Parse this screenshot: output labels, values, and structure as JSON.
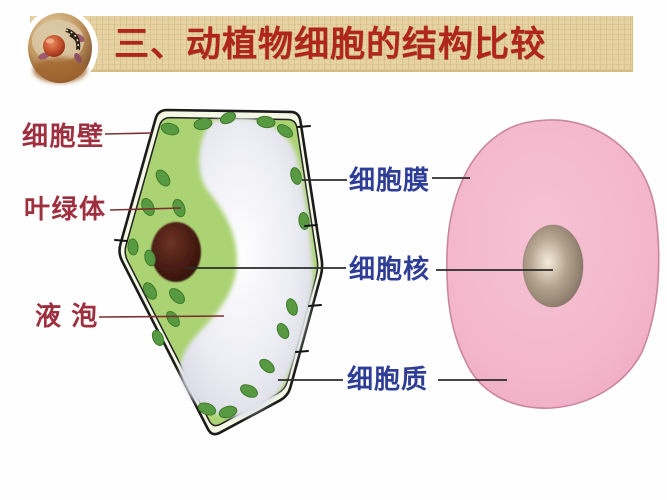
{
  "slide": {
    "title": "三、动植物细胞的结构比较"
  },
  "labels": {
    "plant": [
      {
        "id": "cell-wall",
        "text": "细胞壁"
      },
      {
        "id": "chloroplast",
        "text": "叶绿体"
      },
      {
        "id": "vacuole",
        "text": "液 泡"
      }
    ],
    "shared": [
      {
        "id": "cell-membrane",
        "text": "细胞膜"
      },
      {
        "id": "cell-nucleus",
        "text": "细胞核"
      },
      {
        "id": "cytoplasm",
        "text": "细胞质"
      }
    ]
  },
  "icons": [
    {
      "name": "cell-model-icon"
    }
  ],
  "colors": {
    "title-red": "#b0251c",
    "label-red": "#9e2f3f",
    "label-blue": "#2e3d96",
    "banner-tan": "#e6d2a2",
    "plant-green": "#abd373",
    "plant-wall-pale": "#f3f7e4",
    "chloroplast-green": "#589a41",
    "plant-nucleus-brown": "#3a150e",
    "vacuole-gray": "#dfdfe9",
    "animal-pink": "#f3b5ca",
    "animal-outline-pink": "#c9879f",
    "animal-nucleus-taupe": "#8d7d6c",
    "leader-dark": "#2b2b2b",
    "leader-red": "#7d3030"
  }
}
